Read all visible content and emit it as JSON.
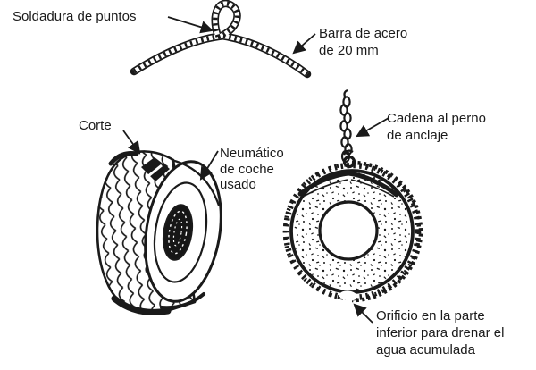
{
  "colors": {
    "background": "#ffffff",
    "ink": "#1a1a1a"
  },
  "callouts": [
    {
      "name": "soldadura-de-puntos",
      "lines": [
        "Soldadura de puntos"
      ]
    },
    {
      "name": "barra-de-acero",
      "lines": [
        "Barra de acero",
        "de 20 mm"
      ]
    },
    {
      "name": "corte",
      "lines": [
        "Corte"
      ]
    },
    {
      "name": "neumatico-usado",
      "lines": [
        "Neumático",
        "de coche",
        "usado"
      ]
    },
    {
      "name": "cadena-perno",
      "lines": [
        "Cadena al perno",
        "de anclaje"
      ]
    },
    {
      "name": "orificio-drenaje",
      "lines": [
        "Orificio en la parte",
        "inferior para drenar el",
        "agua acumulada"
      ]
    }
  ],
  "figure_parts": {
    "bar": "steel-bar-with-welded-loop",
    "chain": "anchor-chain",
    "tire_side": "used-car-tire-side-view",
    "tire_front": "tire-anchor-front-view"
  }
}
